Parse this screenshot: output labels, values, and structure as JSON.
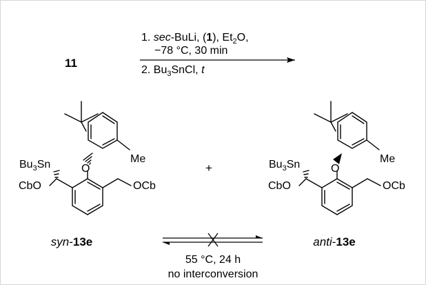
{
  "scheme": {
    "starting_material": "11",
    "conditions_step1_prefix": "1. ",
    "conditions_step1_italic": "sec",
    "conditions_step1_mid": "-BuLi, (",
    "conditions_step1_bold": "1",
    "conditions_step1_suffix": "), Et",
    "conditions_step1_sub": "2",
    "conditions_step1_end": "O,",
    "conditions_step1_line2": "−78 °C, 30 min",
    "conditions_step2_prefix": "2. Bu",
    "conditions_step2_sub": "3",
    "conditions_step2_mid": "SnCl, ",
    "conditions_step2_italic": "t",
    "plus": "+",
    "equilibrium_condition": "55 °C, 24 h",
    "equilibrium_note": "no interconversion"
  },
  "products": [
    {
      "prefix": "syn",
      "dash": "-",
      "id": "13e",
      "labels": {
        "stannyl_main": "Bu",
        "stannyl_sub": "3",
        "stannyl_end": "Sn",
        "ocb_left": "CbO",
        "oxygen": "O",
        "methyl": "Me",
        "ocb_right": "OCb"
      }
    },
    {
      "prefix": "anti",
      "dash": "-",
      "id": "13e",
      "labels": {
        "stannyl_main": "Bu",
        "stannyl_sub": "3",
        "stannyl_end": "Sn",
        "ocb_left": "CbO",
        "oxygen": "O",
        "methyl": "Me",
        "ocb_right": "OCb"
      }
    }
  ]
}
